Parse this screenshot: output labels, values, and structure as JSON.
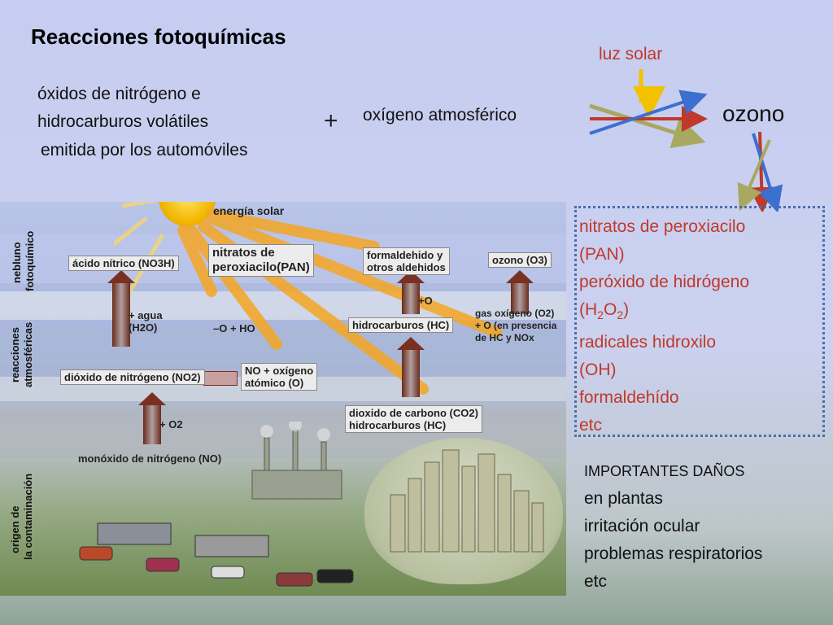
{
  "title": "Reacciones fotoquímicas",
  "luz_solar": "luz solar",
  "emitters": {
    "line1": "óxidos de nitrógeno e",
    "line2": "hidrocarburos volátiles",
    "line3": "emitida por los automóviles"
  },
  "plus": "+",
  "oxygen": "oxígeno atmosférico",
  "ozono": "ozono",
  "products": [
    "nitratos de peroxiacilo",
    "(PAN)",
    "peróxido de hidrógeno",
    "(H2O2)",
    "radicales hidroxilo",
    "(OH)",
    "formaldehído",
    "etc"
  ],
  "damages": {
    "heading": "IMPORTANTES DAÑOS",
    "items": [
      "en plantas",
      "irritación ocular",
      "problemas respiratorios",
      "etc"
    ]
  },
  "colors": {
    "arrow_red": "#c0392b",
    "arrow_blue": "#3b6fd0",
    "arrow_olive": "#a8a860",
    "sun": "#f2b800",
    "box_border": "#4a6fb0"
  },
  "illustration": {
    "energia_solar": "energía solar",
    "side_nebluno": "nebluno",
    "side_fotoquimico": "fotoquímico",
    "side_reacciones": "reacciones",
    "side_atmosfericas": "atmosféricas",
    "side_origen": "origen de",
    "side_contaminacion": "la contaminación",
    "acido_nitrico": "ácido nítrico (NO3H)",
    "nitratos_1": "nitratos de",
    "nitratos_2": "peroxiacilo(PAN)",
    "formaldehido_1": "formaldehido y",
    "formaldehido_2": "otros aldehidos",
    "ozono_o3": "ozono (O3)",
    "agua_1": "+ agua",
    "agua_2": "(H2O)",
    "o_ho": "–O + HO",
    "plus_o": "+O",
    "gas_oxigeno_1": "gas oxígeno (O2)",
    "gas_oxigeno_2": "+ O (en presencia",
    "gas_oxigeno_3": "de HC y NOx",
    "hidrocarburos_hc": "hidrocarburos (HC)",
    "dioxido_nitrogeno": "dióxido de nitrógeno (NO2)",
    "no_oxigeno_1": "NO + oxígeno",
    "no_oxigeno_2": "atómico (O)",
    "plus_o2": "+ O2",
    "dioxido_carbono_1": "dioxido de carbono (CO2)",
    "dioxido_carbono_2": "hidrocarburos (HC)",
    "monoxido": "monóxido de nitrógeno (NO)"
  }
}
